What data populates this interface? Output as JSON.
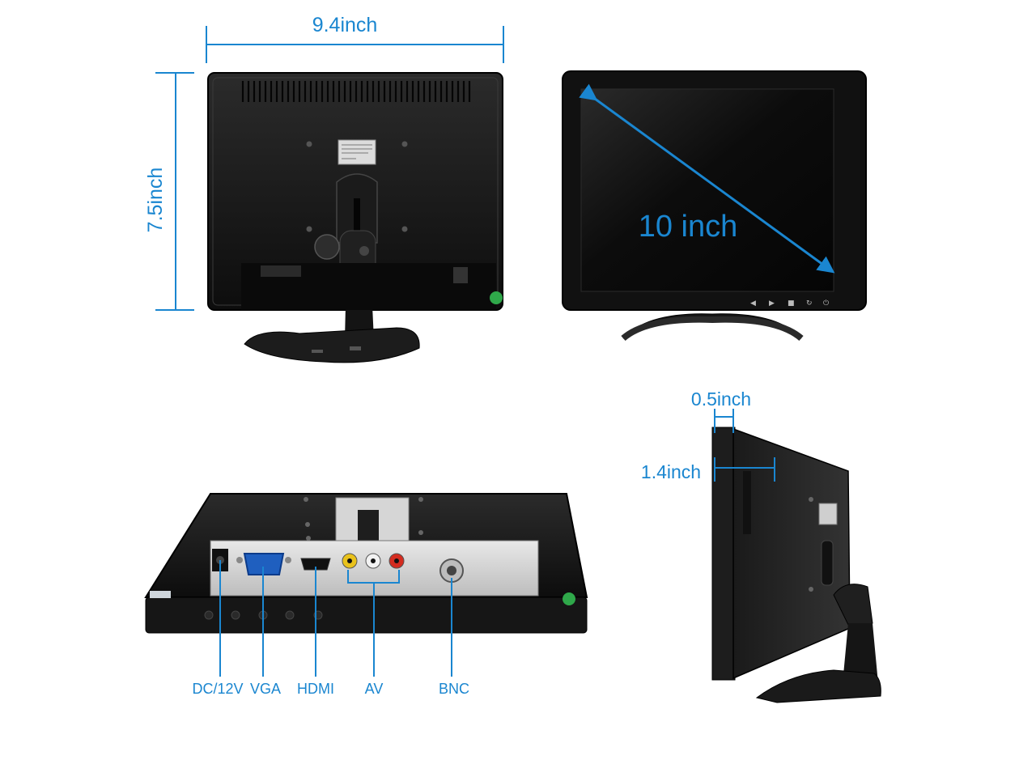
{
  "dimensions": {
    "width": "9.4inch",
    "height": "7.5inch",
    "diagonal": "10 inch",
    "bezel_depth": "0.5inch",
    "body_depth": "1.4inch"
  },
  "ports": [
    "DC/12V",
    "VGA",
    "HDMI",
    "AV",
    "BNC"
  ],
  "colors": {
    "annotation": "#1a86d0",
    "monitor_body": "#111111",
    "background": "#ffffff"
  }
}
